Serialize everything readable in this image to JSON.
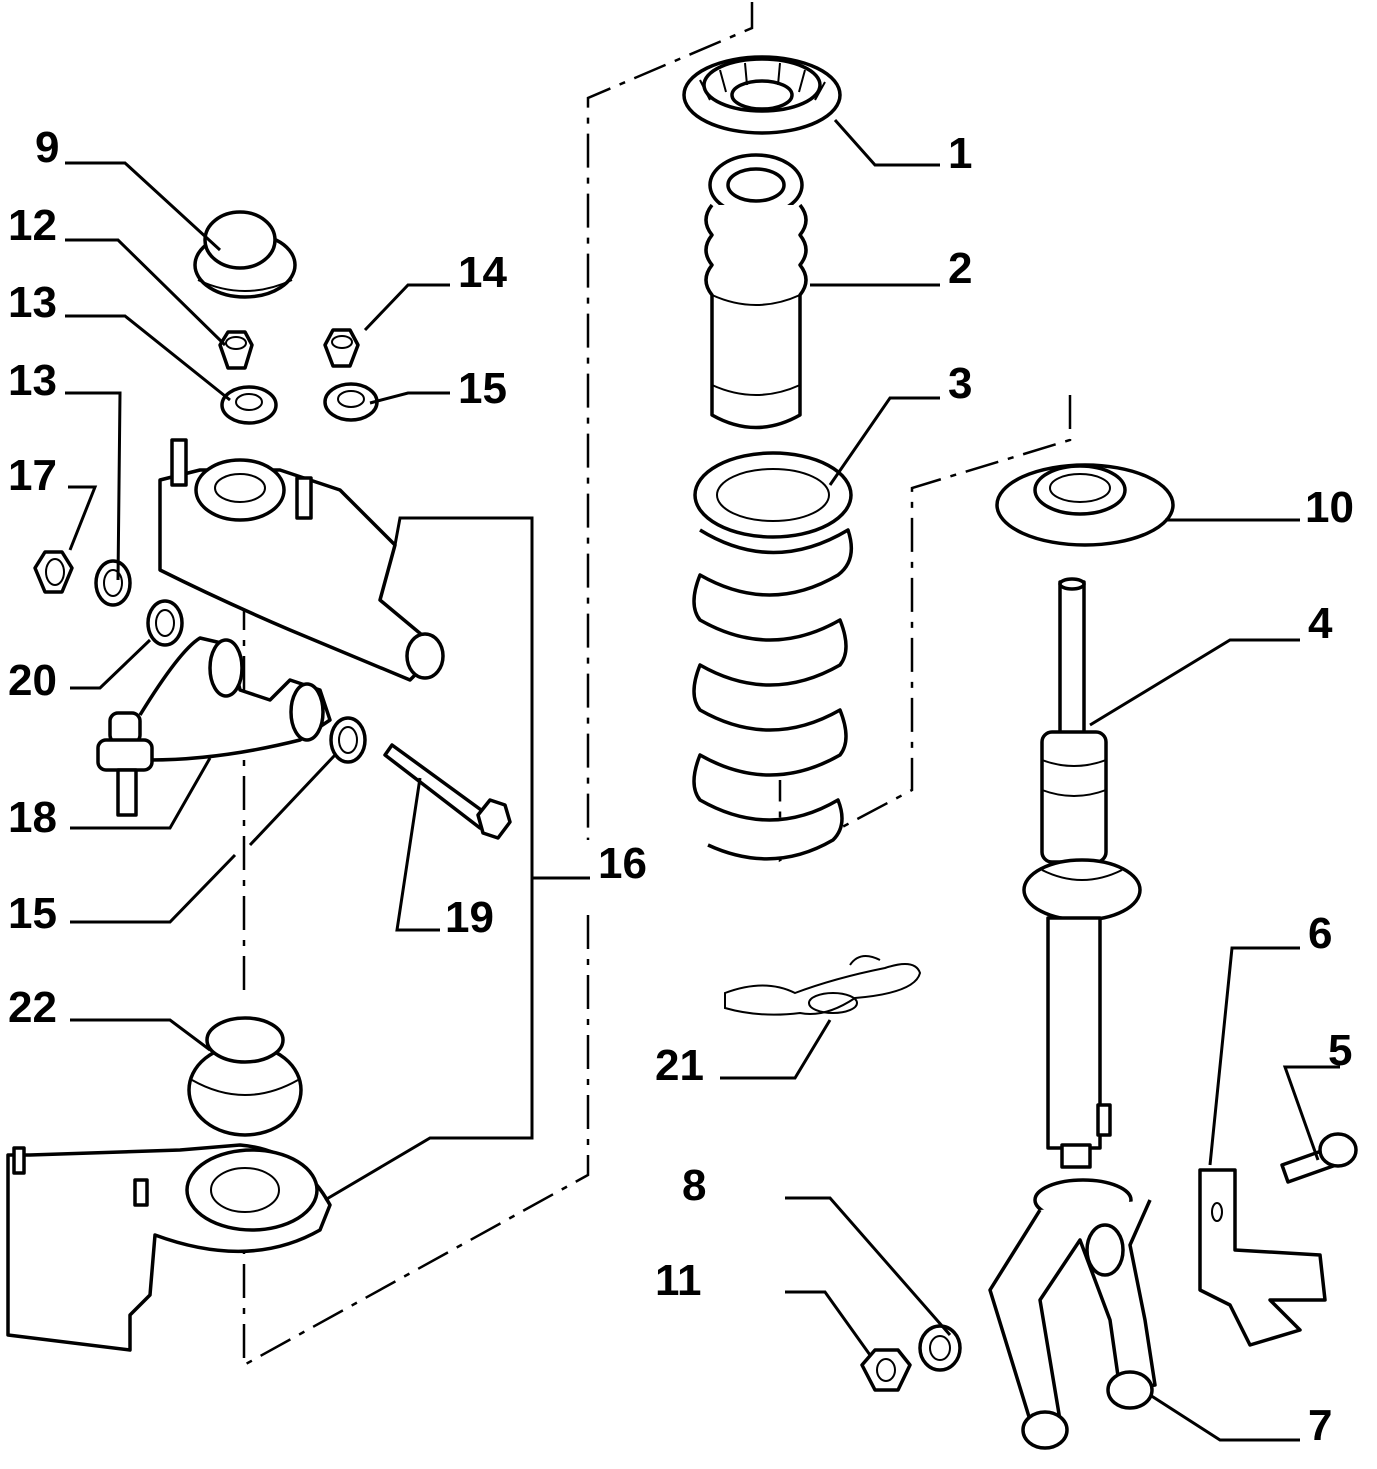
{
  "diagram": {
    "type": "exploded-parts-diagram",
    "subject": "front suspension strut assembly",
    "callouts": [
      {
        "id": "c1",
        "label": "1",
        "part": "strut top mount"
      },
      {
        "id": "c2",
        "label": "2",
        "part": "bump stop / dust cover"
      },
      {
        "id": "c3",
        "label": "3",
        "part": "coil spring"
      },
      {
        "id": "c4",
        "label": "4",
        "part": "shock absorber"
      },
      {
        "id": "c5",
        "label": "5",
        "part": "bolt"
      },
      {
        "id": "c6",
        "label": "6",
        "part": "bracket"
      },
      {
        "id": "c7",
        "label": "7",
        "part": "fork"
      },
      {
        "id": "c8",
        "label": "8",
        "part": "washer"
      },
      {
        "id": "c9",
        "label": "9",
        "part": "cap"
      },
      {
        "id": "c10",
        "label": "10",
        "part": "spring seat"
      },
      {
        "id": "c11",
        "label": "11",
        "part": "nut"
      },
      {
        "id": "c12",
        "label": "12",
        "part": "nut"
      },
      {
        "id": "c13a",
        "label": "13",
        "part": "washer"
      },
      {
        "id": "c13b",
        "label": "13",
        "part": "washer"
      },
      {
        "id": "c14",
        "label": "14",
        "part": "nut"
      },
      {
        "id": "c15a",
        "label": "15",
        "part": "washer"
      },
      {
        "id": "c15b",
        "label": "15",
        "part": "washer"
      },
      {
        "id": "c16",
        "label": "16",
        "part": "upper mount assembly"
      },
      {
        "id": "c17",
        "label": "17",
        "part": "nut"
      },
      {
        "id": "c18",
        "label": "18",
        "part": "upper control arm"
      },
      {
        "id": "c19",
        "label": "19",
        "part": "bolt"
      },
      {
        "id": "c20",
        "label": "20",
        "part": "washer"
      },
      {
        "id": "c21",
        "label": "21",
        "part": "clip"
      },
      {
        "id": "c22",
        "label": "22",
        "part": "bushing"
      }
    ]
  }
}
